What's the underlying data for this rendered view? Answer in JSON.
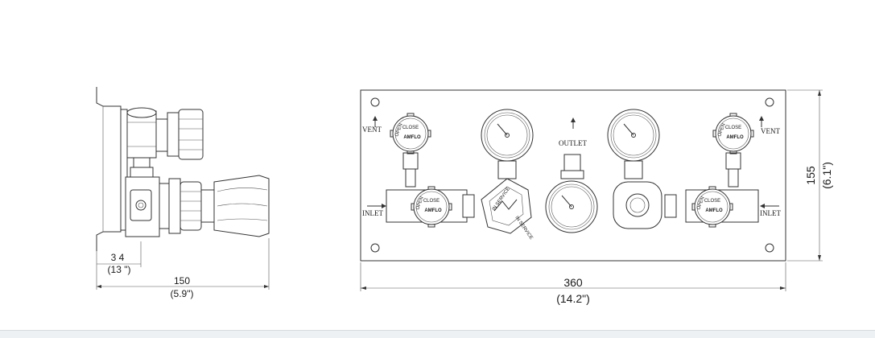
{
  "side_view": {
    "dim_small": "3 4",
    "dim_small_inch": "(13 \")",
    "dim_width": "150",
    "dim_width_inch": "(5.9\")"
  },
  "front_view": {
    "dim_width": "360",
    "dim_width_inch": "(14.2\")",
    "dim_height": "155",
    "dim_height_inch": "(6.1\")",
    "vent_left": "VENT",
    "vent_right": "VENT",
    "inlet_left": "INLET",
    "inlet_right": "INLET",
    "outlet": "OUTLET",
    "valve_open": "OPEN",
    "valve_close": "CLOSE",
    "brand": "AMFLO",
    "regulator_text_top": "IN SERVICE",
    "regulator_text_bottom": "IN SERVICE"
  }
}
